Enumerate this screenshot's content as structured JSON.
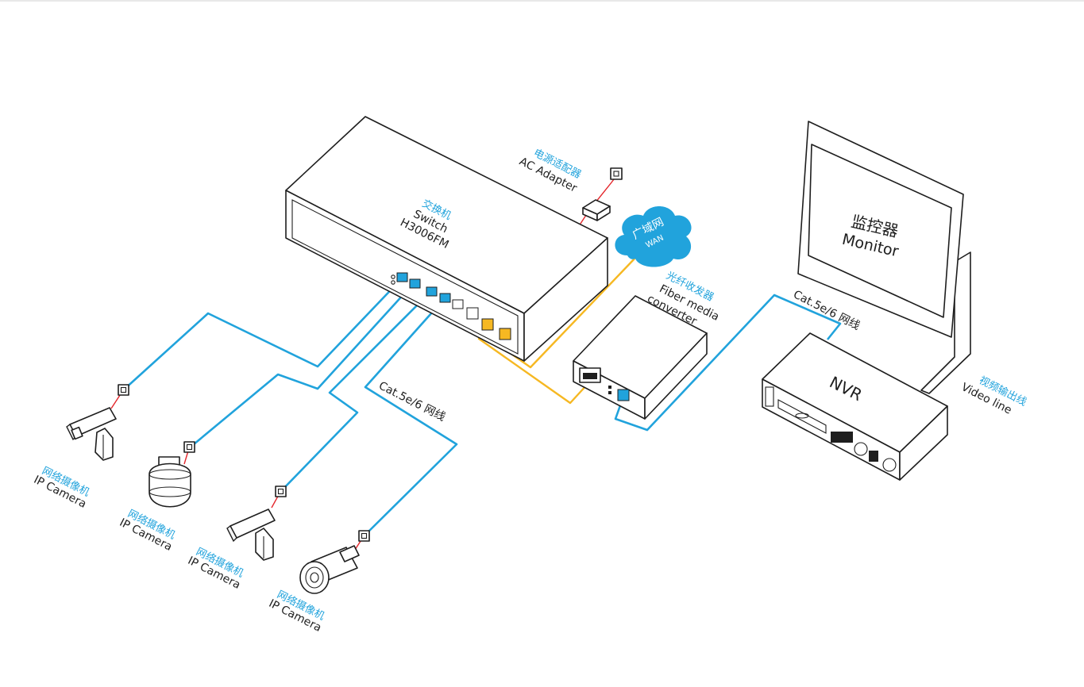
{
  "colors": {
    "blue_cable": "#21a3dc",
    "yellow_cable": "#f6b822",
    "red_cable": "#e4262b",
    "label_blue": "#21a3dc",
    "wan_cloud": "#21a3dc",
    "outline": "#1e1e1e"
  },
  "switch": {
    "label_cn": "交换机",
    "label_en": "Switch",
    "model": "H3006FM"
  },
  "ac_adapter": {
    "label_cn": "电源适配器",
    "label_en": "AC Adapter"
  },
  "wan": {
    "label_cn": "广域网",
    "label_en": "WAN"
  },
  "fiber_converter": {
    "label_cn": "光纤收发器",
    "label_en_line1": "Fiber media",
    "label_en_line2": "converter"
  },
  "monitor": {
    "label_cn": "监控器",
    "label_en": "Monitor"
  },
  "nvr": {
    "label": "NVR"
  },
  "video_line": {
    "label_cn": "视频输出线",
    "label_en": "Video line"
  },
  "cables": {
    "cat_label_right": "Cat.5e/6 网线",
    "cat_label_left": "Cat.5e/6 网线"
  },
  "cameras": [
    {
      "label_cn": "网络摄像机",
      "label_en": "IP Camera",
      "icon": "bullet-camera-icon"
    },
    {
      "label_cn": "网络摄像机",
      "label_en": "IP Camera",
      "icon": "dome-camera-icon"
    },
    {
      "label_cn": "网络摄像机",
      "label_en": "IP Camera",
      "icon": "bullet-camera-icon"
    },
    {
      "label_cn": "网络摄像机",
      "label_en": "IP Camera",
      "icon": "box-camera-icon"
    }
  ]
}
